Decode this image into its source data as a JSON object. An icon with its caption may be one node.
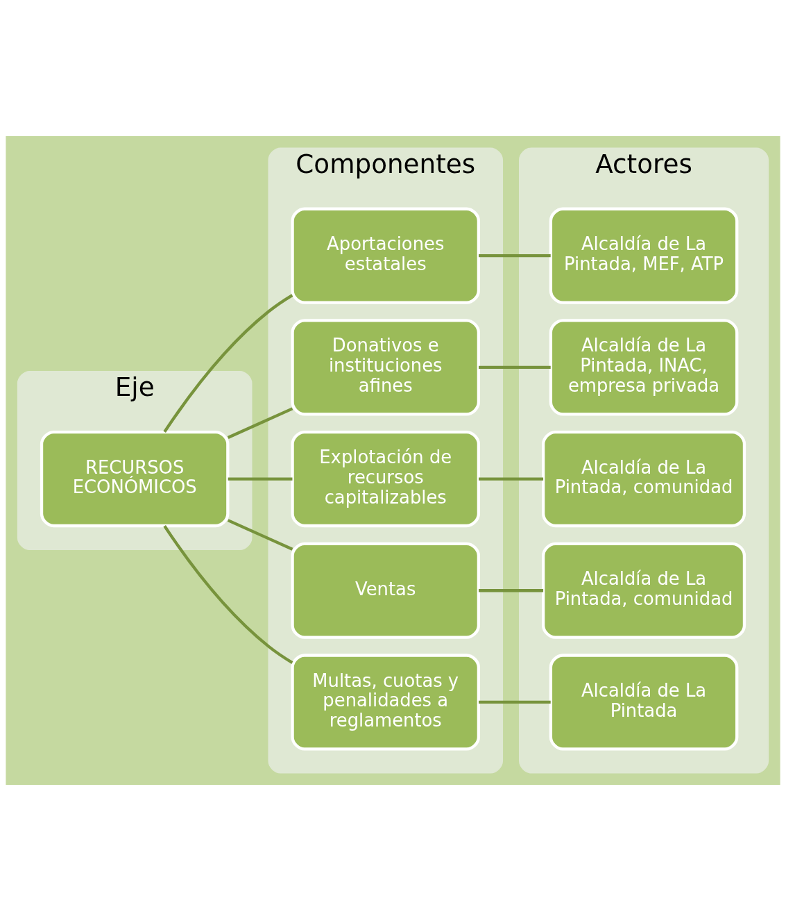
{
  "diagram": {
    "nodes": [
      {
        "text": [
          "Eje"
        ]
      },
      {
        "text": [
          "Componentes"
        ]
      },
      {
        "text": [
          "Actores"
        ]
      },
      {
        "text": [
          "RECURSOS ECONÓMICOS"
        ],
        "in": 0
      },
      {
        "text": [
          "Aportaciones estatales"
        ],
        "in": 1
      },
      {
        "text": [
          "Donativos e instituciones afines"
        ],
        "in": 1
      },
      {
        "text": [
          "Explotación de recursos capitalizables"
        ],
        "in": 1
      },
      {
        "text": [
          "Ventas"
        ],
        "in": 1
      },
      {
        "text": [
          "Multas, cuotas y penalidades a reglamentos"
        ],
        "in": 1
      },
      {
        "text": [
          "Alcaldía de La Pintada, MEF, ATP"
        ],
        "in": 2
      },
      {
        "text": [
          "Alcaldía de La Pintada, INAC, empresa privada"
        ],
        "in": 2
      },
      {
        "text": [
          "Alcaldía de La Pintada, comunidad"
        ],
        "in": 2
      },
      {
        "text": [
          "Alcaldía de La Pintada, comunidad"
        ],
        "in": 2
      },
      {
        "text": [
          "Alcaldía de La Pintada"
        ],
        "in": 2
      }
    ],
    "edges": [
      {
        "from": 3,
        "to": 4,
        "arrow": "none"
      },
      {
        "from": 3,
        "to": 5,
        "arrow": "none"
      },
      {
        "from": 3,
        "to": 6,
        "arrow": "none"
      },
      {
        "from": 3,
        "to": 7,
        "arrow": "none"
      },
      {
        "from": 3,
        "to": 8,
        "arrow": "none"
      },
      {
        "from": 4,
        "to": 9,
        "arrow": "none"
      },
      {
        "from": 5,
        "to": 10,
        "arrow": "none"
      },
      {
        "from": 6,
        "to": 11,
        "arrow": "none"
      },
      {
        "from": 7,
        "to": 12,
        "arrow": "none"
      },
      {
        "from": 8,
        "to": 13,
        "arrow": "none"
      }
    ]
  }
}
